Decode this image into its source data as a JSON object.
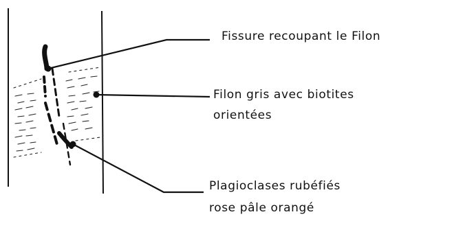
{
  "labels": {
    "fissure": "Fissure recoupant le Filon",
    "filon_line1": "Filon gris avec biotites",
    "filon_line2": "orientées",
    "plagio_line1": "Plagioclases rubéfiés",
    "plagio_line2": "rose pâle orangé"
  },
  "colors": {
    "ink": "#111111",
    "background": "#ffffff"
  }
}
